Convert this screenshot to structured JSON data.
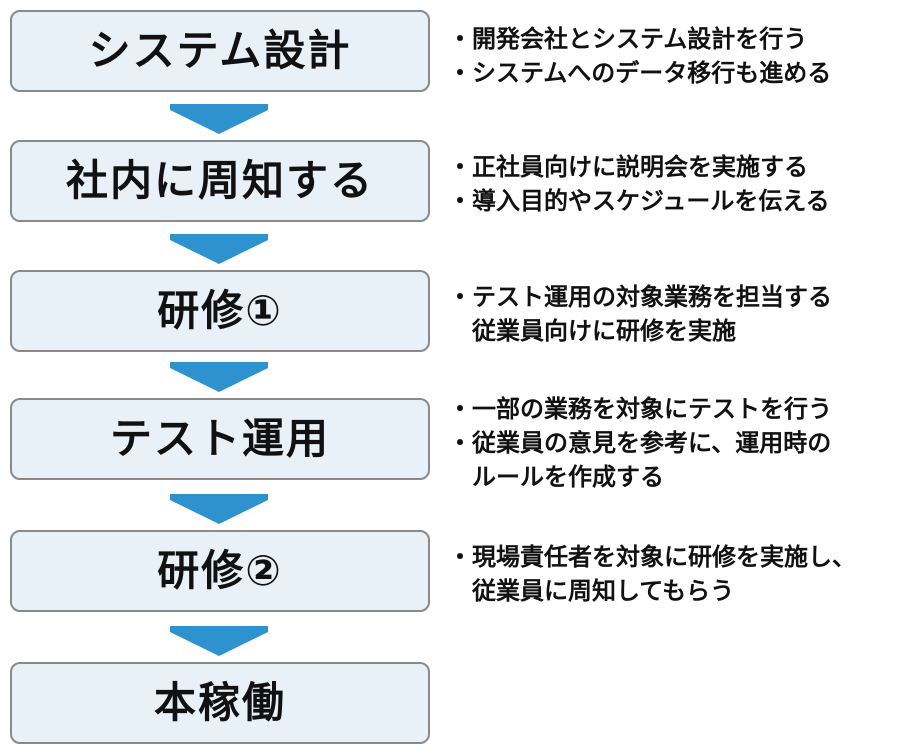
{
  "steps": [
    {
      "label": "システム設計",
      "notes": [
        "開発会社とシステム設計を行う",
        "システムへのデータ移行も進める"
      ]
    },
    {
      "label": "社内に周知する",
      "notes": [
        "正社員向けに説明会を実施する",
        "導入目的やスケジュールを伝える"
      ]
    },
    {
      "label": "研修①",
      "notes": [
        "テスト運用の対象業務を担当する",
        "従業員向けに研修を実施"
      ]
    },
    {
      "label": "テスト運用",
      "notes": [
        "一部の業務を対象にテストを行う",
        "従業員の意見を参考に、運用時の",
        "ルールを作成する"
      ]
    },
    {
      "label": "研修②",
      "notes": [
        "現場責任者を対象に研修を実施し、",
        "従業員に周知してもらう"
      ]
    },
    {
      "label": "本稼働",
      "notes": []
    }
  ],
  "bullet": "・",
  "colors": {
    "box_fill": "#e8f1f7",
    "box_border": "#8a8a8a",
    "arrow": "#2e92cf"
  }
}
